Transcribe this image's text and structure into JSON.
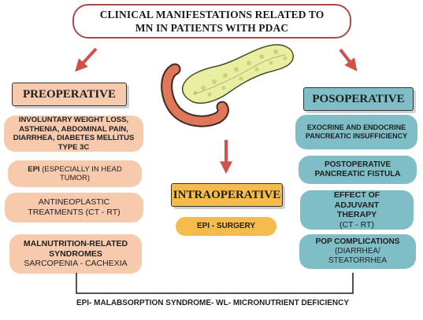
{
  "title": "CLINICAL MANIFESTATIONS RELATED  TO MN IN PATIENTS WITH PDAC",
  "preoperative": {
    "heading": "PREOPERATIVE",
    "items": [
      {
        "bold": "INVOLUNTARY WEIGHT LOSS, ASTHENIA, ABDOMINAL PAIN, DIARRHEA, DIABETES MELLITUS TYPE 3C",
        "normal": ""
      },
      {
        "bold": "EPI",
        "normal": " (ESPECIALLY IN HEAD TUMOR)"
      },
      {
        "bold": "",
        "normal": "ANTINEOPLASTIC TREATMENTS (CT - RT)"
      },
      {
        "bold": "MALNUTRITION-RELATED SYNDROMES",
        "normal": "SARCOPENIA - CACHEXIA"
      }
    ]
  },
  "intraoperative": {
    "heading": "INTRAOPERATIVE",
    "item": "EPI - SURGERY"
  },
  "posoperative": {
    "heading": "POSOPERATIVE",
    "items": [
      {
        "bold": "EXOCRINE AND ENDOCRINE PANCREATIC INSUFFICIENCY",
        "normal": ""
      },
      {
        "bold": "POSTOPERATIVE PANCREATIC FISTULA",
        "normal": ""
      },
      {
        "bold": "EFFECT OF ADJUVANT THERAPY",
        "normal": "(CT - RT)"
      },
      {
        "bold": "POP COMPLICATIONS",
        "normal": "(DIARRHEA/ STEATORRHEA"
      }
    ]
  },
  "footer": "EPI- MALABSORPTION SYNDROME- WL- MICRONUTRIENT DEFICIENCY",
  "colors": {
    "border_red": "#a84b4b",
    "arrow": "#d0524a",
    "peach": "#f7c9ad",
    "teal": "#7fbec7",
    "orange": "#f6bb4d",
    "pancreas": "#e9efa1",
    "duodenum": "#e0775b"
  },
  "icons": [
    "pancreas-illustration",
    "arrow-down-left",
    "arrow-down",
    "arrow-down-right"
  ]
}
